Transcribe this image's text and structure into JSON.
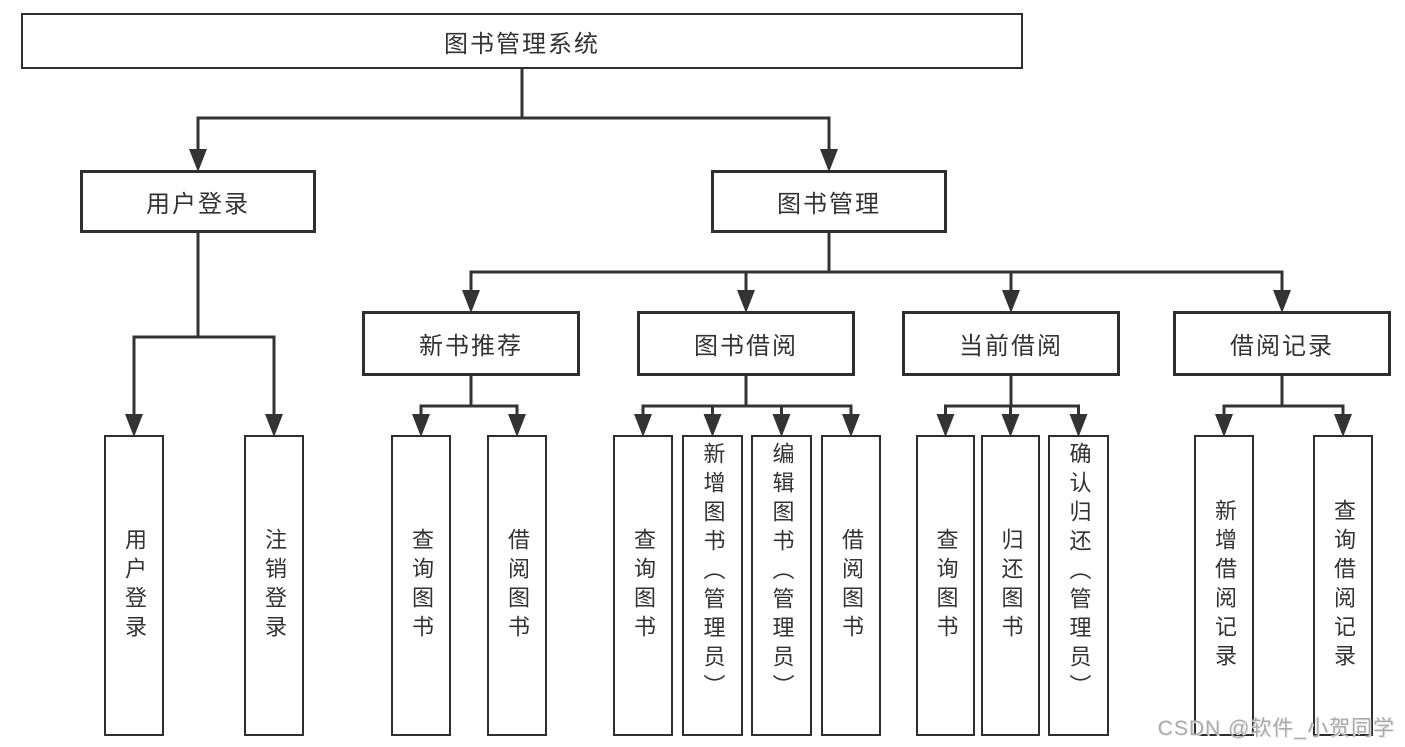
{
  "diagram": {
    "title": "图书管理系统",
    "watermark": "CSDN @软件_小贺同学",
    "colors": {
      "background": "#ffffff",
      "line": "#333333",
      "box_border": "#2e2e2e",
      "text": "#333333",
      "watermark": "#ababab"
    },
    "nodes": [
      {
        "id": "root",
        "label": "图书管理系统",
        "parent": null,
        "orientation": "horizontal"
      },
      {
        "id": "user-login",
        "label": "用户登录",
        "parent": "root",
        "orientation": "horizontal"
      },
      {
        "id": "book-mgmt",
        "label": "图书管理",
        "parent": "root",
        "orientation": "horizontal"
      },
      {
        "id": "new-book-rec",
        "label": "新书推荐",
        "parent": "book-mgmt",
        "orientation": "horizontal"
      },
      {
        "id": "book-borrow",
        "label": "图书借阅",
        "parent": "book-mgmt",
        "orientation": "horizontal"
      },
      {
        "id": "current-borrow",
        "label": "当前借阅",
        "parent": "book-mgmt",
        "orientation": "horizontal"
      },
      {
        "id": "borrow-records",
        "label": "借阅记录",
        "parent": "book-mgmt",
        "orientation": "horizontal"
      },
      {
        "id": "leaf-user-login",
        "label": "用户登录",
        "parent": "user-login",
        "orientation": "vertical"
      },
      {
        "id": "leaf-logout",
        "label": "注销登录",
        "parent": "user-login",
        "orientation": "vertical"
      },
      {
        "id": "leaf-query-books-1",
        "label": "查询图书",
        "parent": "new-book-rec",
        "orientation": "vertical"
      },
      {
        "id": "leaf-borrow-books-1",
        "label": "借阅图书",
        "parent": "new-book-rec",
        "orientation": "vertical"
      },
      {
        "id": "leaf-query-books-2",
        "label": "查询图书",
        "parent": "book-borrow",
        "orientation": "vertical"
      },
      {
        "id": "leaf-add-books",
        "label": "新增图书（管理员）",
        "parent": "book-borrow",
        "orientation": "vertical",
        "long": true
      },
      {
        "id": "leaf-edit-books",
        "label": "编辑图书（管理员）",
        "parent": "book-borrow",
        "orientation": "vertical",
        "long": true
      },
      {
        "id": "leaf-borrow-books-2",
        "label": "借阅图书",
        "parent": "book-borrow",
        "orientation": "vertical"
      },
      {
        "id": "leaf-query-books-3",
        "label": "查询图书",
        "parent": "current-borrow",
        "orientation": "vertical"
      },
      {
        "id": "leaf-return-books",
        "label": "归还图书",
        "parent": "current-borrow",
        "orientation": "vertical"
      },
      {
        "id": "leaf-confirm-return",
        "label": "确认归还（管理员）",
        "parent": "current-borrow",
        "orientation": "vertical",
        "long": true
      },
      {
        "id": "leaf-add-borrow-record",
        "label": "新增借阅记录",
        "parent": "borrow-records",
        "orientation": "vertical"
      },
      {
        "id": "leaf-query-borrow-record",
        "label": "查询借阅记录",
        "parent": "borrow-records",
        "orientation": "vertical"
      }
    ]
  }
}
